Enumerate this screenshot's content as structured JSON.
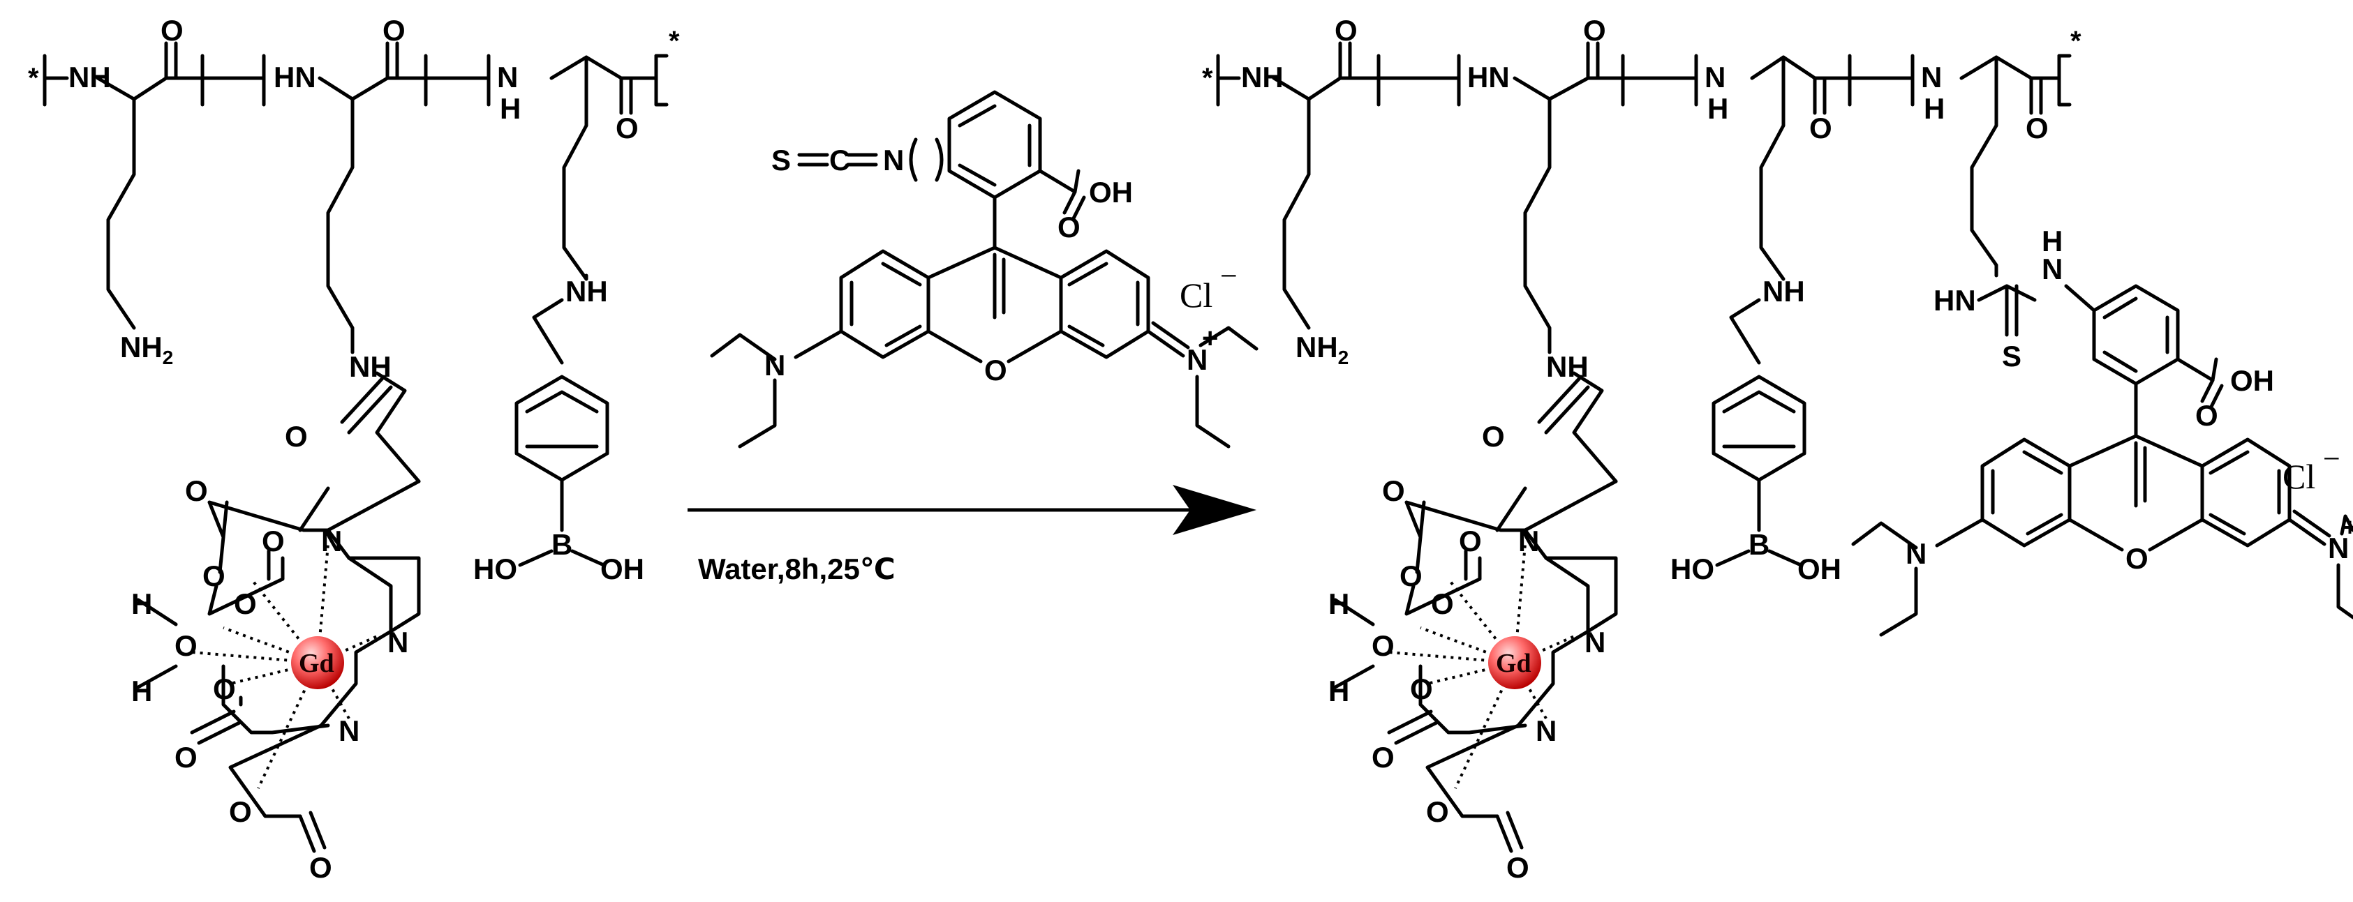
{
  "atoms": {
    "star": "*",
    "nh": "NH",
    "hn": "HN",
    "n": "N",
    "h": "H",
    "o": "O",
    "oh": "OH",
    "ho": "HO",
    "nh2_base": "NH",
    "nh2_sub": "2",
    "b": "B",
    "s": "S",
    "c": "C",
    "gd": "Gd",
    "plus": "+",
    "cl": "Cl",
    "cl_charge": "−"
  },
  "reaction": {
    "conditions": "Water,8h,25℃"
  }
}
